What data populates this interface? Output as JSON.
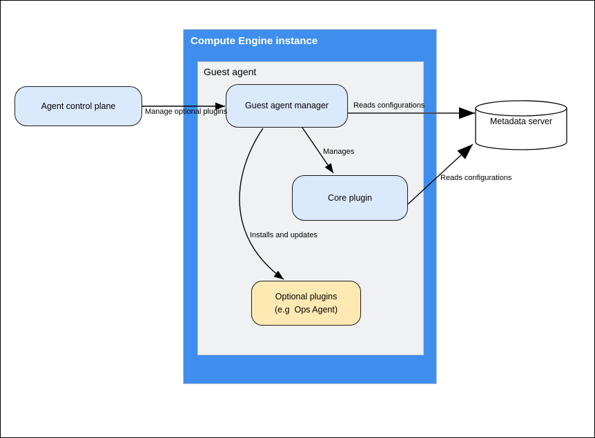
{
  "diagram": {
    "frames": {
      "compute_engine": {
        "title": "Compute Engine instance"
      },
      "guest_agent": {
        "title": "Guest agent"
      }
    },
    "nodes": {
      "agent_control_plane": {
        "label": "Agent control plane"
      },
      "guest_agent_manager": {
        "label": "Guest agent manager"
      },
      "core_plugin": {
        "label": "Core plugin"
      },
      "optional_plugins": {
        "label_line1": "Optional plugins",
        "label_line2": "(e.g  Ops Agent)"
      },
      "metadata_server": {
        "label": "Metadata server"
      }
    },
    "edges": {
      "manage_optional_plugins": {
        "label": "Manage optional plugins"
      },
      "reads_configurations_manager": {
        "label": "Reads configurations"
      },
      "manages": {
        "label": "Manages"
      },
      "installs_and_updates": {
        "label": "Installs and updates"
      },
      "reads_configurations_core": {
        "label": "Reads configurations"
      }
    },
    "colors": {
      "frame_blue": "#3f8eee",
      "frame_gray_fill": "#f0f1f3",
      "node_blue_fill": "#dbe9fd",
      "node_yellow_fill": "#ffe9b3",
      "cylinder_fill": "#ffffff",
      "stroke": "#000000",
      "frame_title_text": "#ffffff"
    }
  }
}
